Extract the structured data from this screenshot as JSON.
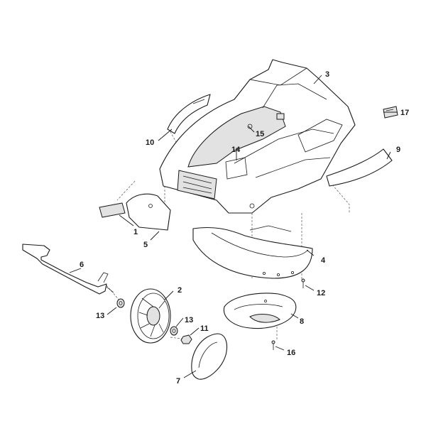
{
  "callouts": {
    "c1": "1",
    "c2": "2",
    "c3": "3",
    "c4": "4",
    "c5": "5",
    "c6": "6",
    "c7": "7",
    "c8": "8",
    "c9": "9",
    "c10": "10",
    "c11": "11",
    "c12": "12",
    "c13a": "13",
    "c13b": "13",
    "c14": "14",
    "c15": "15",
    "c16": "16",
    "c17": "17"
  },
  "colors": {
    "line": "#1a1a1a",
    "shade": "#e2e2e2",
    "background": "#ffffff"
  }
}
